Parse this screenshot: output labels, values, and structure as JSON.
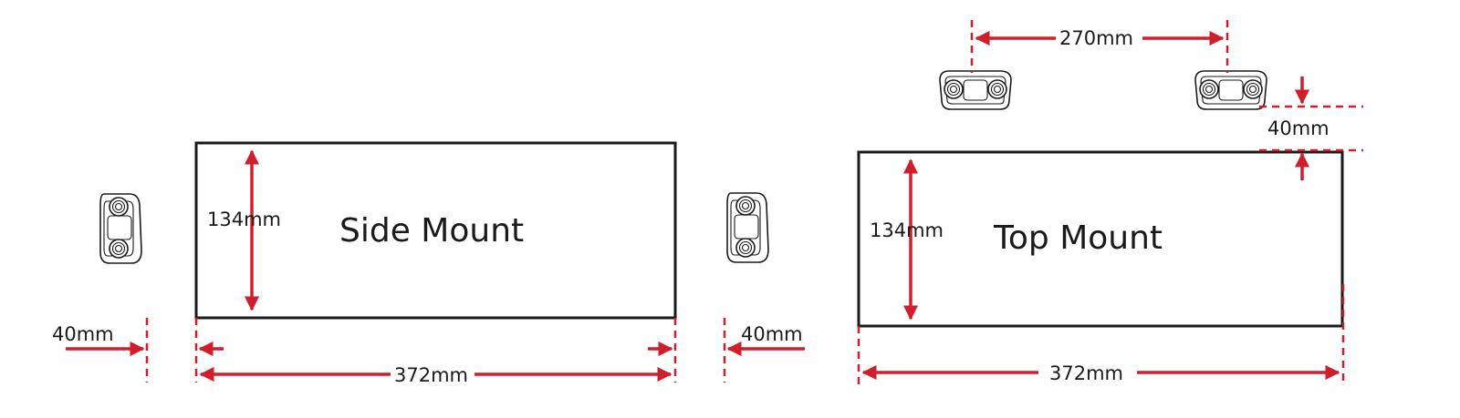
{
  "side_mount": {
    "title": "Side Mount",
    "height_label": "134mm",
    "width_label": "372mm",
    "left_gap_label": "40mm",
    "right_gap_label": "40mm"
  },
  "top_mount": {
    "title": "Top Mount",
    "height_label": "134mm",
    "width_label": "372mm",
    "spacing_label": "270mm",
    "gap_label": "40mm"
  },
  "colors": {
    "dimension": "#d11e2d",
    "outline": "#1a1a1a",
    "background": "#ffffff"
  },
  "icons": {
    "bracket": "mounting-bracket-icon"
  }
}
